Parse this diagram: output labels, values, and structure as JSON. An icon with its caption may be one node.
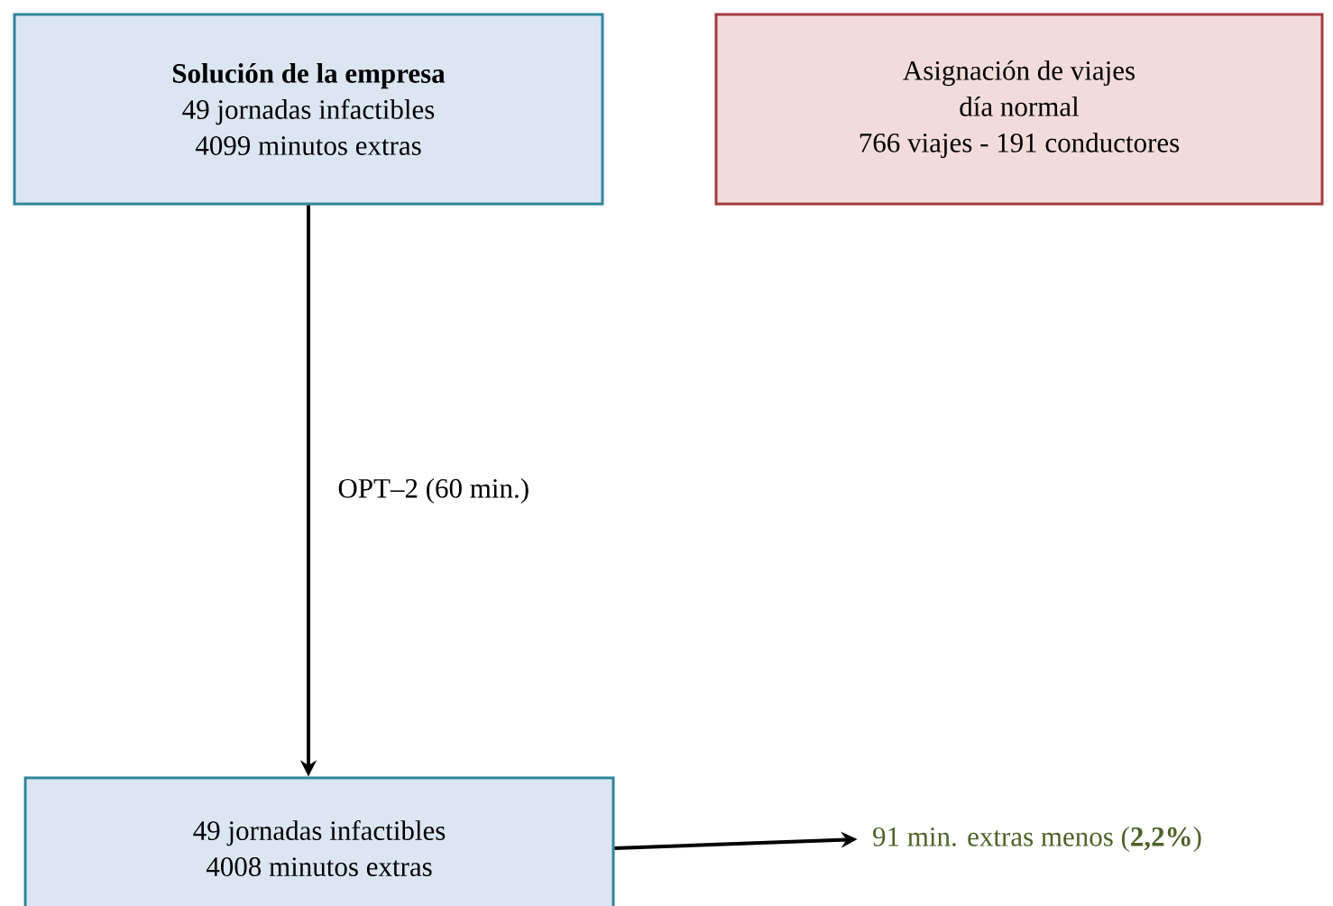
{
  "diagram": {
    "nodes": [
      {
        "text": [
          "**Solución de la empresa**",
          "49 jornadas infactibles",
          "4099 minutos extras"
        ]
      },
      {
        "text": [
          "Asignación de viajes",
          "día normal",
          "766 viajes - 191 conductores"
        ]
      },
      {
        "text": [
          "49 jornadas infactibles",
          "4008 minutos extras"
        ]
      },
      {
        "text": [
          "91 min. extras menos (**2,2%**)"
        ]
      }
    ],
    "edges": [
      {
        "from": 0,
        "to": 2,
        "arrow": "to",
        "label": "OPT–2  (60 min.)"
      },
      {
        "from": 2,
        "to": 3,
        "arrow": "to"
      }
    ]
  }
}
